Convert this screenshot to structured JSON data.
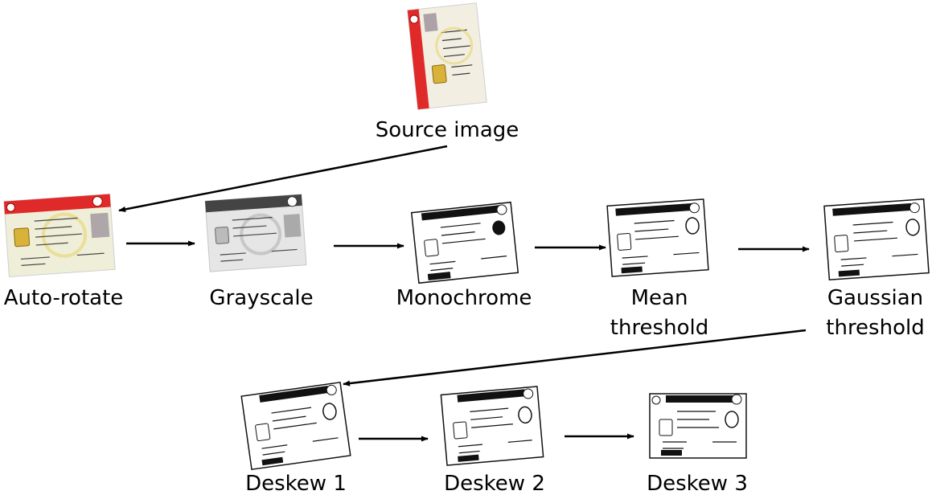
{
  "diagram": {
    "colors": {
      "arrow": "#000000",
      "card_red": "#e02a2a",
      "chip_gold": "#d9b23a",
      "photo_blur": "#9a8e98",
      "gray_card": "#d8d8d8",
      "ink": "#111111"
    },
    "labels": {
      "source": "Source image",
      "autorotate": "Auto-rotate",
      "grayscale": "Grayscale",
      "monochrome": "Monochrome",
      "mean_line1": "Mean",
      "mean_line2": "threshold",
      "gaussian_line1": "Gaussian",
      "gaussian_line2": "threshold",
      "deskew1": "Deskew 1",
      "deskew2": "Deskew 2",
      "deskew3": "Deskew 3"
    }
  }
}
